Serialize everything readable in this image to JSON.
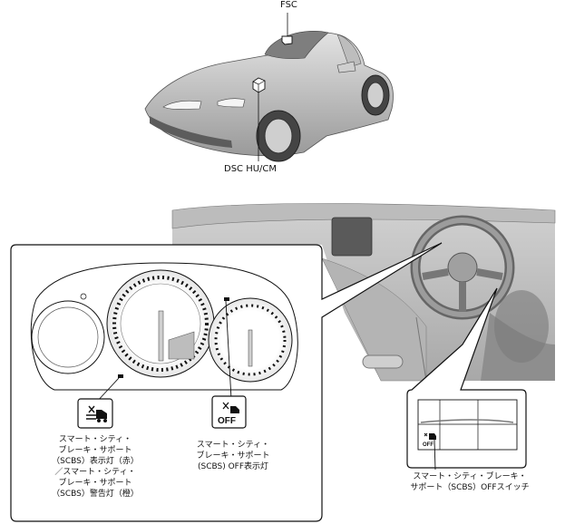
{
  "car_labels": {
    "fsc": "FSC",
    "dsc": "DSC HU/CM"
  },
  "cluster_callouts": {
    "indicator_lines": [
      "スマート・シティ・",
      "ブレーキ・サポート",
      "（SCBS）表示灯（赤）",
      "／スマート・シティ・",
      "ブレーキ・サポート",
      "（SCBS）警告灯（橙）"
    ],
    "off_indicator_lines": [
      "スマート・シティ・",
      "ブレーキ・サポート",
      "(SCBS) OFF表示灯"
    ],
    "off_icon_text": "OFF"
  },
  "switch_callout": {
    "lines": [
      "スマート・シティ・ブレーキ・",
      "サポート（SCBS）OFFスイッチ"
    ]
  },
  "icons": [
    "scbs-warning-icon",
    "scbs-off-icon",
    "scbs-off-switch-icon",
    "car-module-icon"
  ]
}
